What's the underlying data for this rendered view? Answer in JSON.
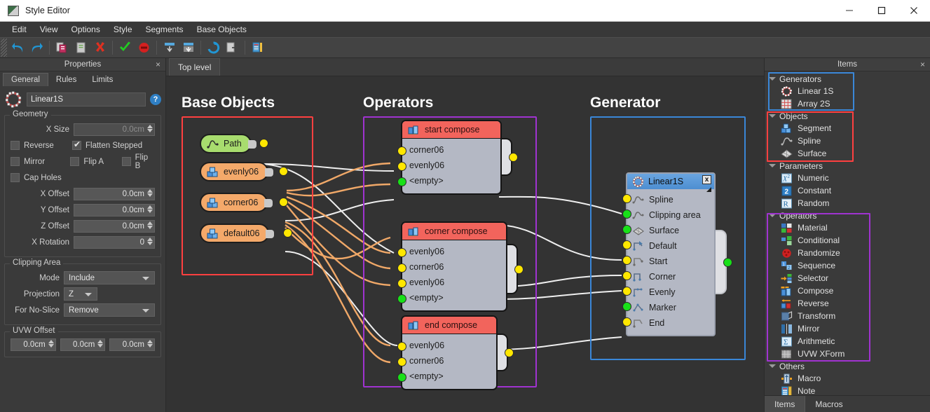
{
  "window": {
    "title": "Style Editor",
    "icon": "app-icon",
    "minimize": "minimize-icon",
    "maximize": "maximize-icon",
    "close": "close-icon"
  },
  "menubar": {
    "items": [
      "Edit",
      "View",
      "Options",
      "Style",
      "Segments",
      "Base Objects"
    ]
  },
  "toolbar": {
    "buttons": [
      "undo-icon",
      "redo-icon",
      "copy-icon",
      "paste-icon",
      "delete-icon",
      "apply-icon",
      "cancel-icon",
      "collapse-icon",
      "expand-icon",
      "refresh-icon",
      "export-icon",
      "note-icon"
    ]
  },
  "properties": {
    "panel_title": "Properties",
    "close": "×",
    "tabs": [
      {
        "label": "General",
        "active": true
      },
      {
        "label": "Rules",
        "active": false
      },
      {
        "label": "Limits",
        "active": false
      }
    ],
    "object_name": "Linear1S",
    "help_label": "?",
    "geometry": {
      "title": "Geometry",
      "x_size_label": "X Size",
      "x_size_value": "0.0cm",
      "checkboxes": [
        {
          "label": "Reverse",
          "checked": false
        },
        {
          "label": "Flatten Stepped",
          "checked": true
        },
        {
          "label": "Mirror",
          "checked": false
        },
        {
          "label": "Flip A",
          "checked": false
        },
        {
          "label": "Flip B",
          "checked": false
        },
        {
          "label": "Cap Holes",
          "checked": false
        }
      ],
      "fields": [
        {
          "label": "X Offset",
          "value": "0.0cm"
        },
        {
          "label": "Y Offset",
          "value": "0.0cm"
        },
        {
          "label": "Z Offset",
          "value": "0.0cm"
        },
        {
          "label": "X Rotation",
          "value": "0"
        }
      ]
    },
    "clipping": {
      "title": "Clipping Area",
      "mode_label": "Mode",
      "mode_value": "Include",
      "projection_label": "Projection",
      "projection_value": "Z",
      "noslice_label": "For No-Slice",
      "noslice_value": "Remove"
    },
    "uvw": {
      "title": "UVW Offset",
      "values": [
        "0.0cm",
        "0.0cm",
        "0.0cm"
      ]
    }
  },
  "canvas": {
    "breadcrumb": "Top level",
    "groups": [
      {
        "title": "Base Objects",
        "color": "#ff4040"
      },
      {
        "title": "Operators",
        "color": "#a033d0"
      },
      {
        "title": "Generator",
        "color": "#3a87d8"
      }
    ],
    "base_objects": [
      {
        "label": "Path",
        "style": "green",
        "icon": "spline-icon",
        "port": "y"
      },
      {
        "label": "evenly06",
        "style": "orange",
        "icon": "segment-icon",
        "port": "y"
      },
      {
        "label": "corner06",
        "style": "orange",
        "icon": "segment-icon",
        "port": "y"
      },
      {
        "label": "default06",
        "style": "orange",
        "icon": "segment-icon",
        "port": "y"
      }
    ],
    "operator_nodes": [
      {
        "title": "start compose",
        "icon": "compose-icon",
        "inputs": [
          {
            "label": "corner06",
            "port": "y"
          },
          {
            "label": "evenly06",
            "port": "y"
          },
          {
            "label": "<empty>",
            "port": "g"
          }
        ],
        "output": "y"
      },
      {
        "title": "corner compose",
        "icon": "compose-icon",
        "inputs": [
          {
            "label": "evenly06",
            "port": "y"
          },
          {
            "label": "corner06",
            "port": "y"
          },
          {
            "label": "evenly06",
            "port": "y"
          },
          {
            "label": "<empty>",
            "port": "g"
          }
        ],
        "output": "y"
      },
      {
        "title": "end compose",
        "icon": "compose-icon",
        "inputs": [
          {
            "label": "evenly06",
            "port": "y"
          },
          {
            "label": "corner06",
            "port": "y"
          },
          {
            "label": "<empty>",
            "port": "g"
          }
        ],
        "output": "y"
      }
    ],
    "generator_node": {
      "title": "Linear1S",
      "icon": "linear1s-icon",
      "close": "x",
      "inputs": [
        {
          "label": "Spline",
          "port": "y",
          "icon": "spline-icon"
        },
        {
          "label": "Clipping area",
          "port": "g",
          "icon": "spline-icon"
        },
        {
          "label": "Surface",
          "port": "g",
          "icon": "surface-icon"
        },
        {
          "label": "Default",
          "port": "y",
          "icon": "segment-path-icon"
        },
        {
          "label": "Start",
          "port": "y",
          "icon": "segment-path-icon"
        },
        {
          "label": "Corner",
          "port": "y",
          "icon": "segment-path-icon"
        },
        {
          "label": "Evenly",
          "port": "y",
          "icon": "segment-path-icon"
        },
        {
          "label": "Marker",
          "port": "g",
          "icon": "segment-path-icon"
        },
        {
          "label": "End",
          "port": "y",
          "icon": "segment-path-icon"
        }
      ],
      "output": "g"
    }
  },
  "items": {
    "panel_title": "Items",
    "close": "×",
    "sections": [
      {
        "title": "Generators",
        "highlight": "#3a87d8",
        "items": [
          {
            "label": "Linear 1S",
            "icon": "linear1s-icon"
          },
          {
            "label": "Array 2S",
            "icon": "array2s-icon"
          }
        ]
      },
      {
        "title": "Objects",
        "highlight": "#ff4040",
        "items": [
          {
            "label": "Segment",
            "icon": "segment-icon"
          },
          {
            "label": "Spline",
            "icon": "spline-icon"
          },
          {
            "label": "Surface",
            "icon": "surface-icon"
          }
        ]
      },
      {
        "title": "Parameters",
        "highlight": null,
        "items": [
          {
            "label": "Numeric",
            "icon": "numeric-icon"
          },
          {
            "label": "Constant",
            "icon": "constant-icon"
          },
          {
            "label": "Random",
            "icon": "random-icon"
          }
        ]
      },
      {
        "title": "Operators",
        "highlight": "#a033d0",
        "items": [
          {
            "label": "Material",
            "icon": "material-icon"
          },
          {
            "label": "Conditional",
            "icon": "conditional-icon"
          },
          {
            "label": "Randomize",
            "icon": "randomize-icon"
          },
          {
            "label": "Sequence",
            "icon": "sequence-icon"
          },
          {
            "label": "Selector",
            "icon": "selector-icon"
          },
          {
            "label": "Compose",
            "icon": "compose-icon"
          },
          {
            "label": "Reverse",
            "icon": "reverse-icon"
          },
          {
            "label": "Transform",
            "icon": "transform-icon"
          },
          {
            "label": "Mirror",
            "icon": "mirror-icon"
          },
          {
            "label": "Arithmetic",
            "icon": "arithmetic-icon"
          },
          {
            "label": "UVW XForm",
            "icon": "uvwxform-icon"
          }
        ]
      },
      {
        "title": "Others",
        "highlight": null,
        "items": [
          {
            "label": "Macro",
            "icon": "macro-icon"
          },
          {
            "label": "Note",
            "icon": "note-icon"
          }
        ]
      }
    ],
    "tabs": [
      {
        "label": "Items",
        "active": true
      },
      {
        "label": "Macros",
        "active": false
      }
    ]
  }
}
